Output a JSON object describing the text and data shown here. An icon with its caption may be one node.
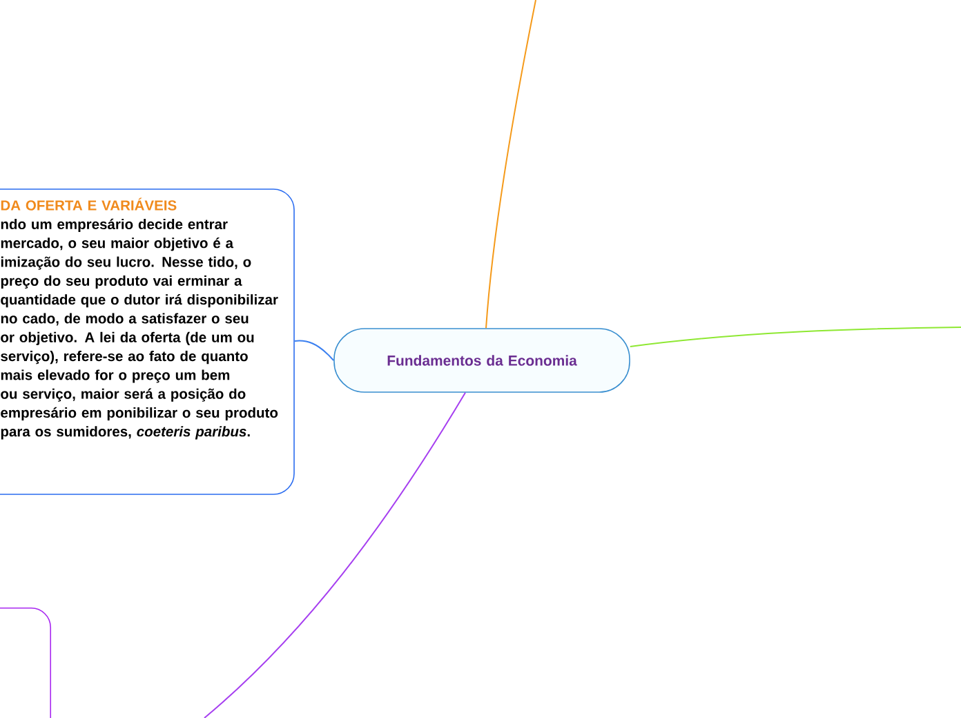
{
  "diagram": {
    "nodes": [
      {
        "text": [
          "Fundamentos da Economia"
        ]
      },
      {
        "text": [
          "DA OFERTA E VARIÁVEIS",
          "ndo um empresário decide entrar mercado, o seu maior objetivo é a imização do seu lucro. Nesse tido, o preço do seu produto vai erminar a quantidade que o dutor irá disponibilizar no cado, de modo a satisfazer o seu or objetivo. A lei da oferta (de um ou serviço), refere-se ao fato de quanto mais elevado for o preço um bem ou serviço, maior será a posição do empresário em ponibilizar o seu produto para os sumidores, *coeteris paribus*."
        ]
      },
      {
        "text": [],
        "shape": "box"
      }
    ],
    "edges": [
      {
        "from": 0,
        "to": 1,
        "arrow": "none",
        "color": "#3a7ff0"
      },
      {
        "from": 0,
        "to": null,
        "arrow": "none",
        "color": "#f59a1a"
      },
      {
        "from": 0,
        "to": null,
        "arrow": "none",
        "color": "#8ee832"
      },
      {
        "from": 0,
        "to": null,
        "arrow": "none",
        "color": "#a63ff0"
      }
    ]
  }
}
